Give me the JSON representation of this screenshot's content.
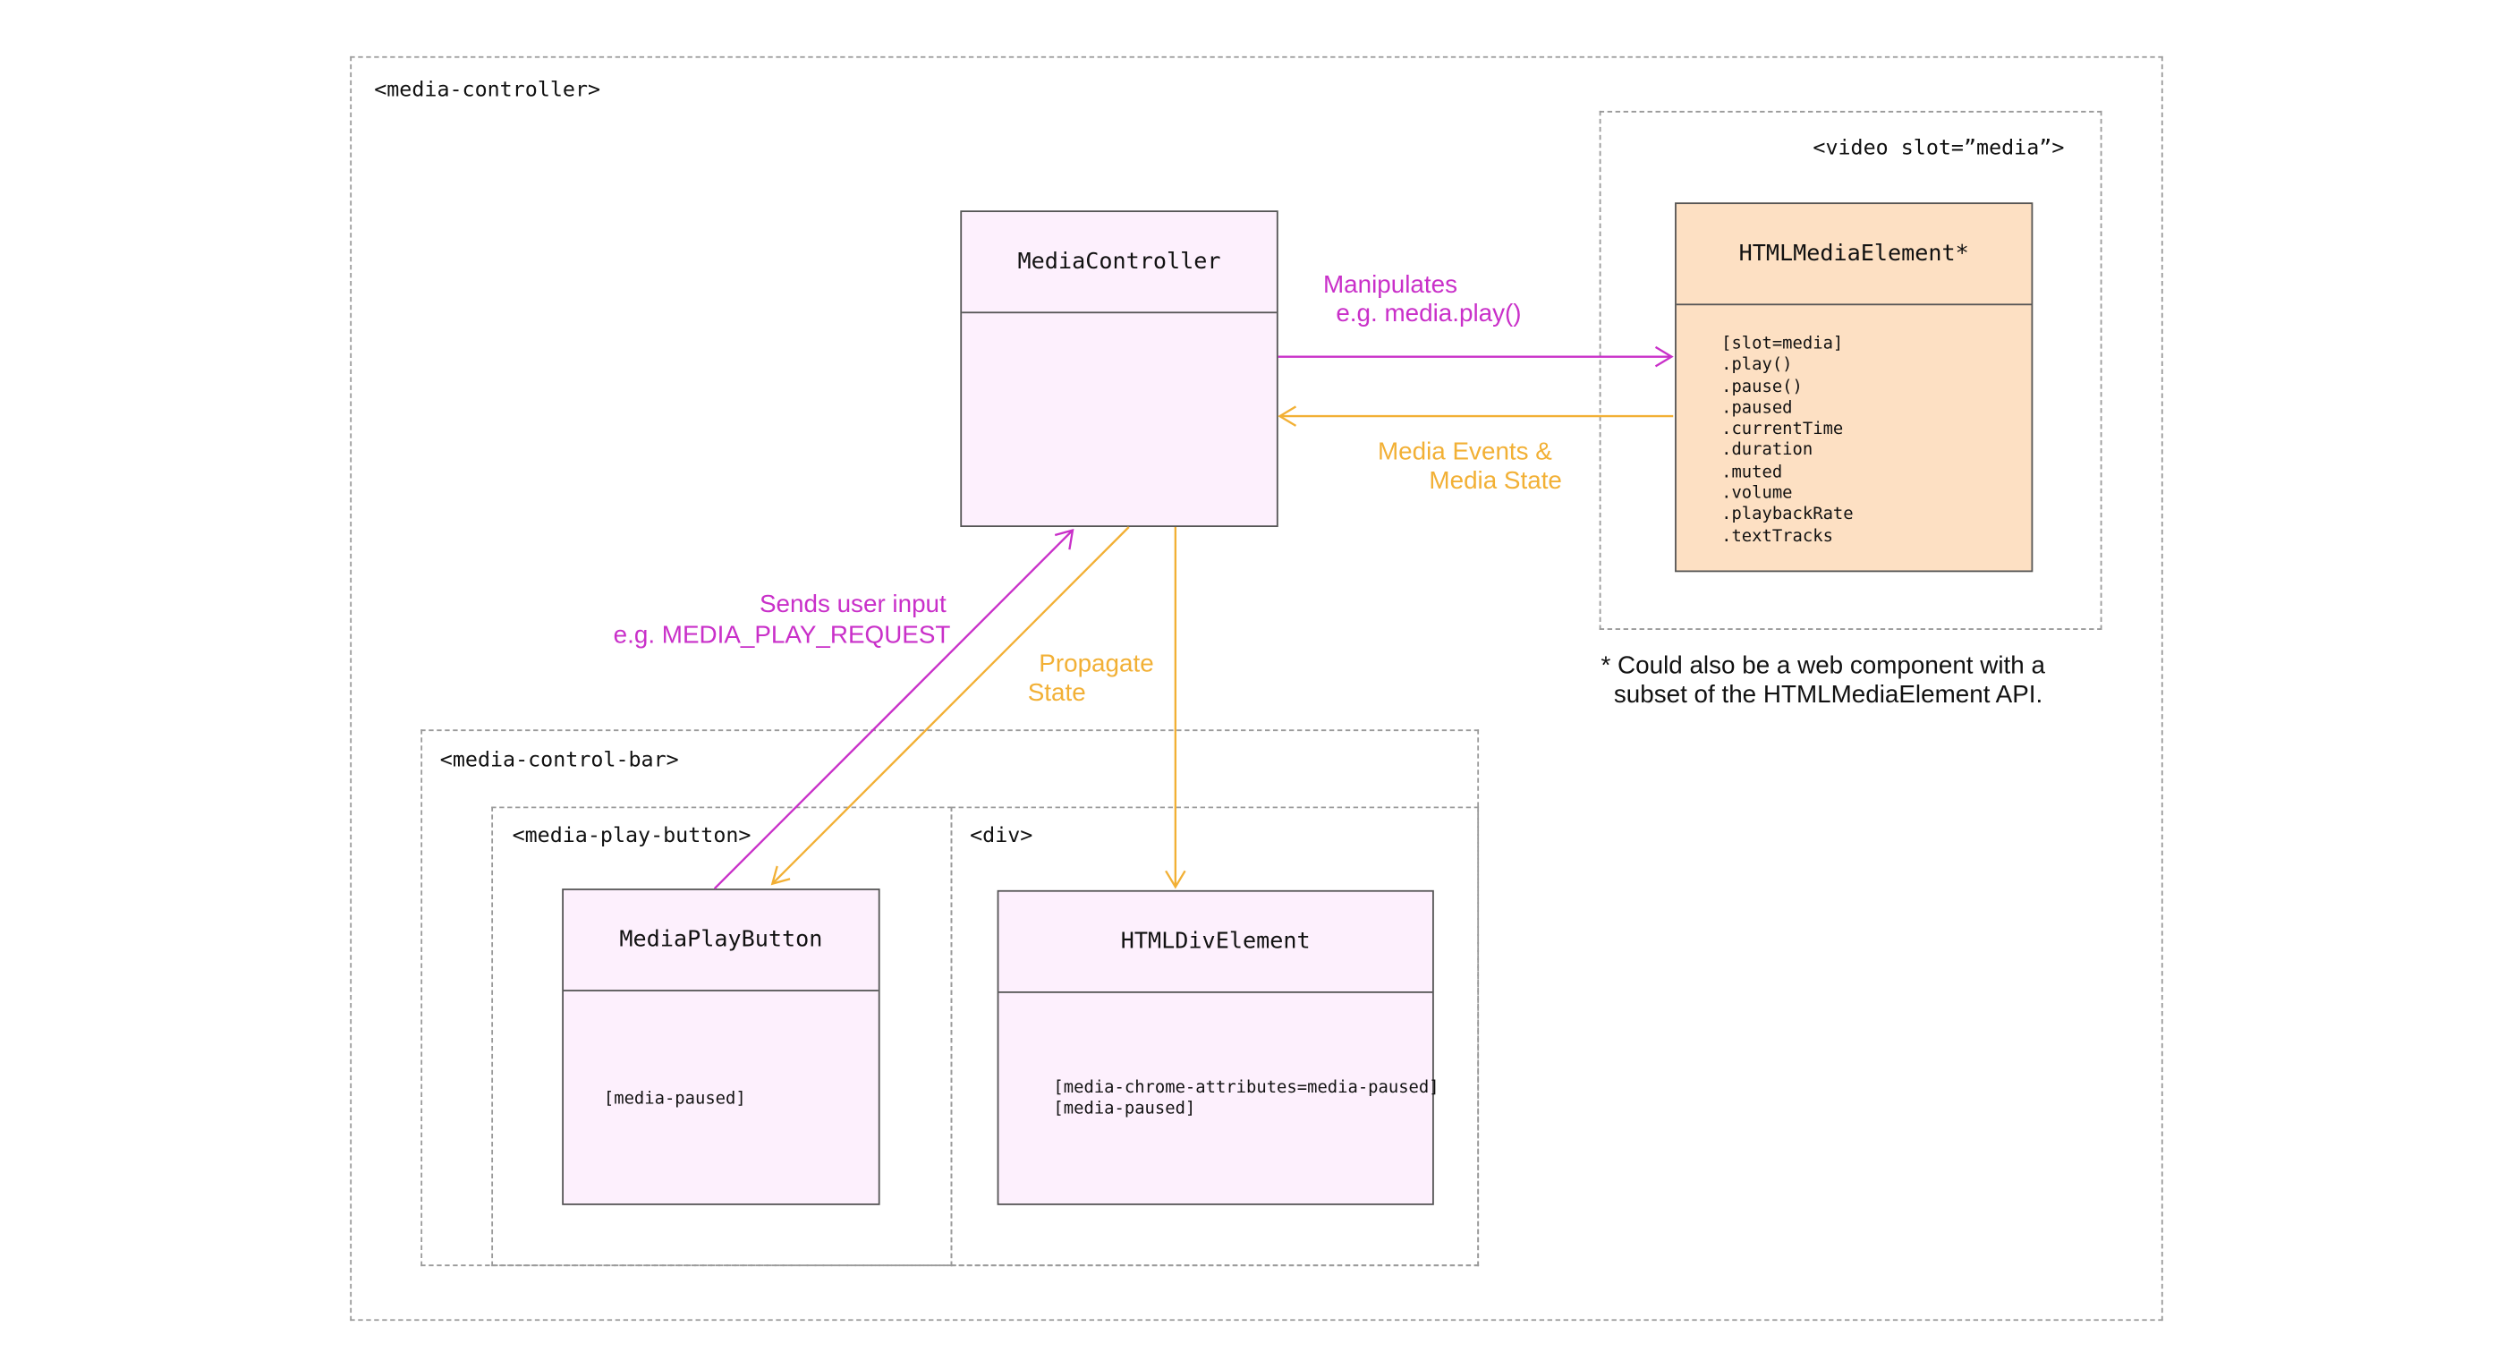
{
  "frames": {
    "media_controller_tag": "<media-controller>",
    "video_tag": "<video slot=”media”>",
    "control_bar_tag": "<media-control-bar>",
    "play_button_tag": "<media-play-button>",
    "div_tag": "<div>"
  },
  "boxes": {
    "media_controller": {
      "title": "MediaController"
    },
    "html_media_element": {
      "title": "HTMLMediaElement*",
      "attributes": [
        "[slot=media]",
        ".play()",
        ".pause()",
        ".paused",
        ".currentTime",
        ".duration",
        ".muted",
        ".volume",
        ".playbackRate",
        ".textTracks"
      ]
    },
    "media_play_button": {
      "title": "MediaPlayButton",
      "attributes": [
        "[media-paused]"
      ]
    },
    "html_div_element": {
      "title": "HTMLDivElement",
      "attributes": [
        "[media-chrome-attributes=media-paused]",
        "[media-paused]"
      ]
    }
  },
  "arrow_labels": {
    "manipulates_line1": "Manipulates",
    "manipulates_line2": "e.g. media.play()",
    "events_line1": "Media Events &",
    "events_line2": "Media State",
    "user_input_line1": "Sends user input",
    "user_input_line2": "e.g. MEDIA_PLAY_REQUEST",
    "propagate_line1": "Propagate",
    "propagate_line2": "State"
  },
  "footnote": {
    "line1": "* Could also be a web component with a",
    "line2": "subset of the HTMLMediaElement API."
  },
  "colors": {
    "magenta": "#c930c9",
    "amber": "#f2b035",
    "box_pink": "#fdf0fd",
    "box_orange": "#fde0c3"
  }
}
